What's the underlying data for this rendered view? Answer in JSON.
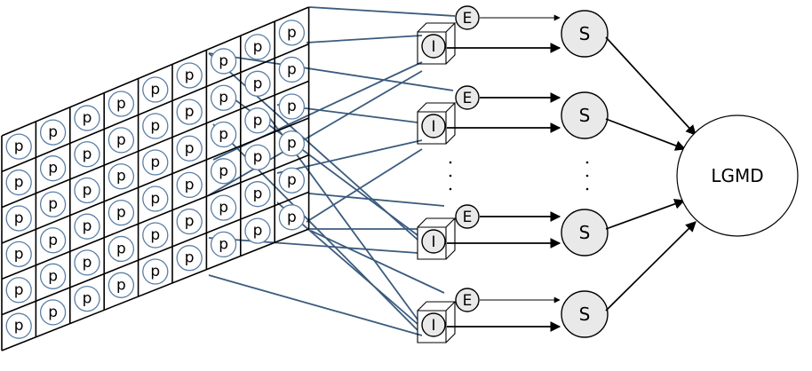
{
  "photoreceptor_label": "p",
  "excitation_label": "E",
  "inhibition_label": "I",
  "summation_label": "S",
  "output_label": "LGMD",
  "grid": {
    "rows": 6,
    "cols": 9
  },
  "unit_groups": 4
}
